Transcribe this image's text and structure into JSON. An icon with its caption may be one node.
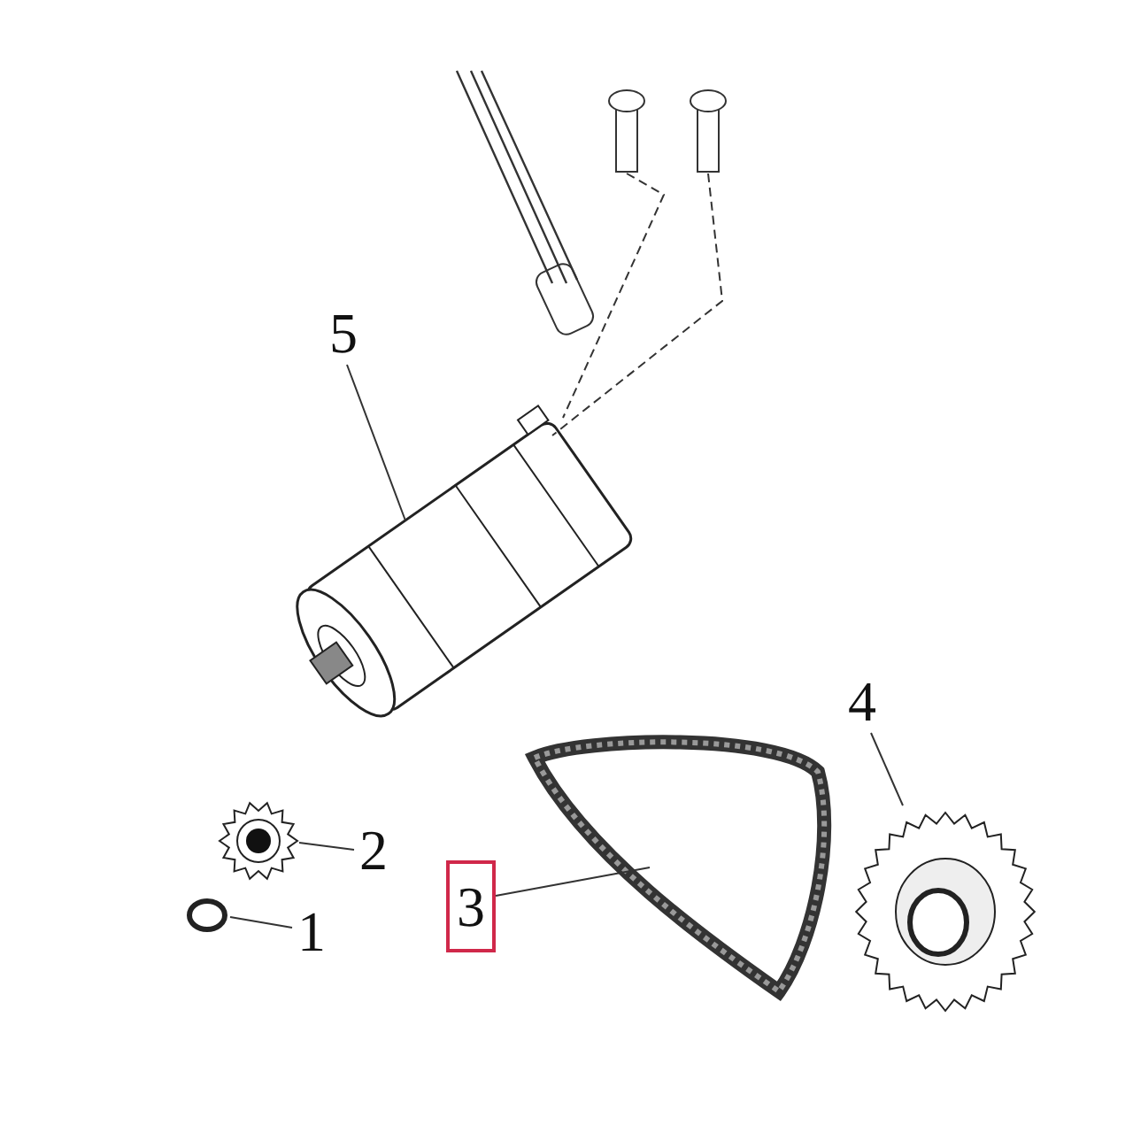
{
  "diagram": {
    "nodes": [
      {
        "text": [
          "5"
        ]
      },
      {
        "text": [],
        "shape": "picture"
      },
      {
        "text": [
          "2"
        ]
      },
      {
        "text": [],
        "shape": "picture"
      },
      {
        "text": [
          "1"
        ]
      },
      {
        "text": [],
        "shape": "circle"
      },
      {
        "text": [
          "3"
        ]
      },
      {
        "text": [],
        "shape": "picture"
      },
      {
        "text": [
          "4"
        ]
      },
      {
        "text": [],
        "shape": "picture"
      },
      {
        "text": [],
        "shape": "picture"
      },
      {
        "text": [],
        "shape": "picture"
      }
    ],
    "edges": [
      {
        "from": 0,
        "to": 1,
        "arrow": "none"
      },
      {
        "from": 2,
        "to": 3,
        "arrow": "none"
      },
      {
        "from": 4,
        "to": 5,
        "arrow": "none"
      },
      {
        "from": 6,
        "to": 7,
        "arrow": "none"
      },
      {
        "from": 8,
        "to": 9,
        "arrow": "none"
      },
      {
        "from": 10,
        "to": 1,
        "arrow": "none",
        "style": "dashed"
      },
      {
        "from": 11,
        "to": 1,
        "arrow": "none",
        "style": "dashed"
      }
    ]
  }
}
